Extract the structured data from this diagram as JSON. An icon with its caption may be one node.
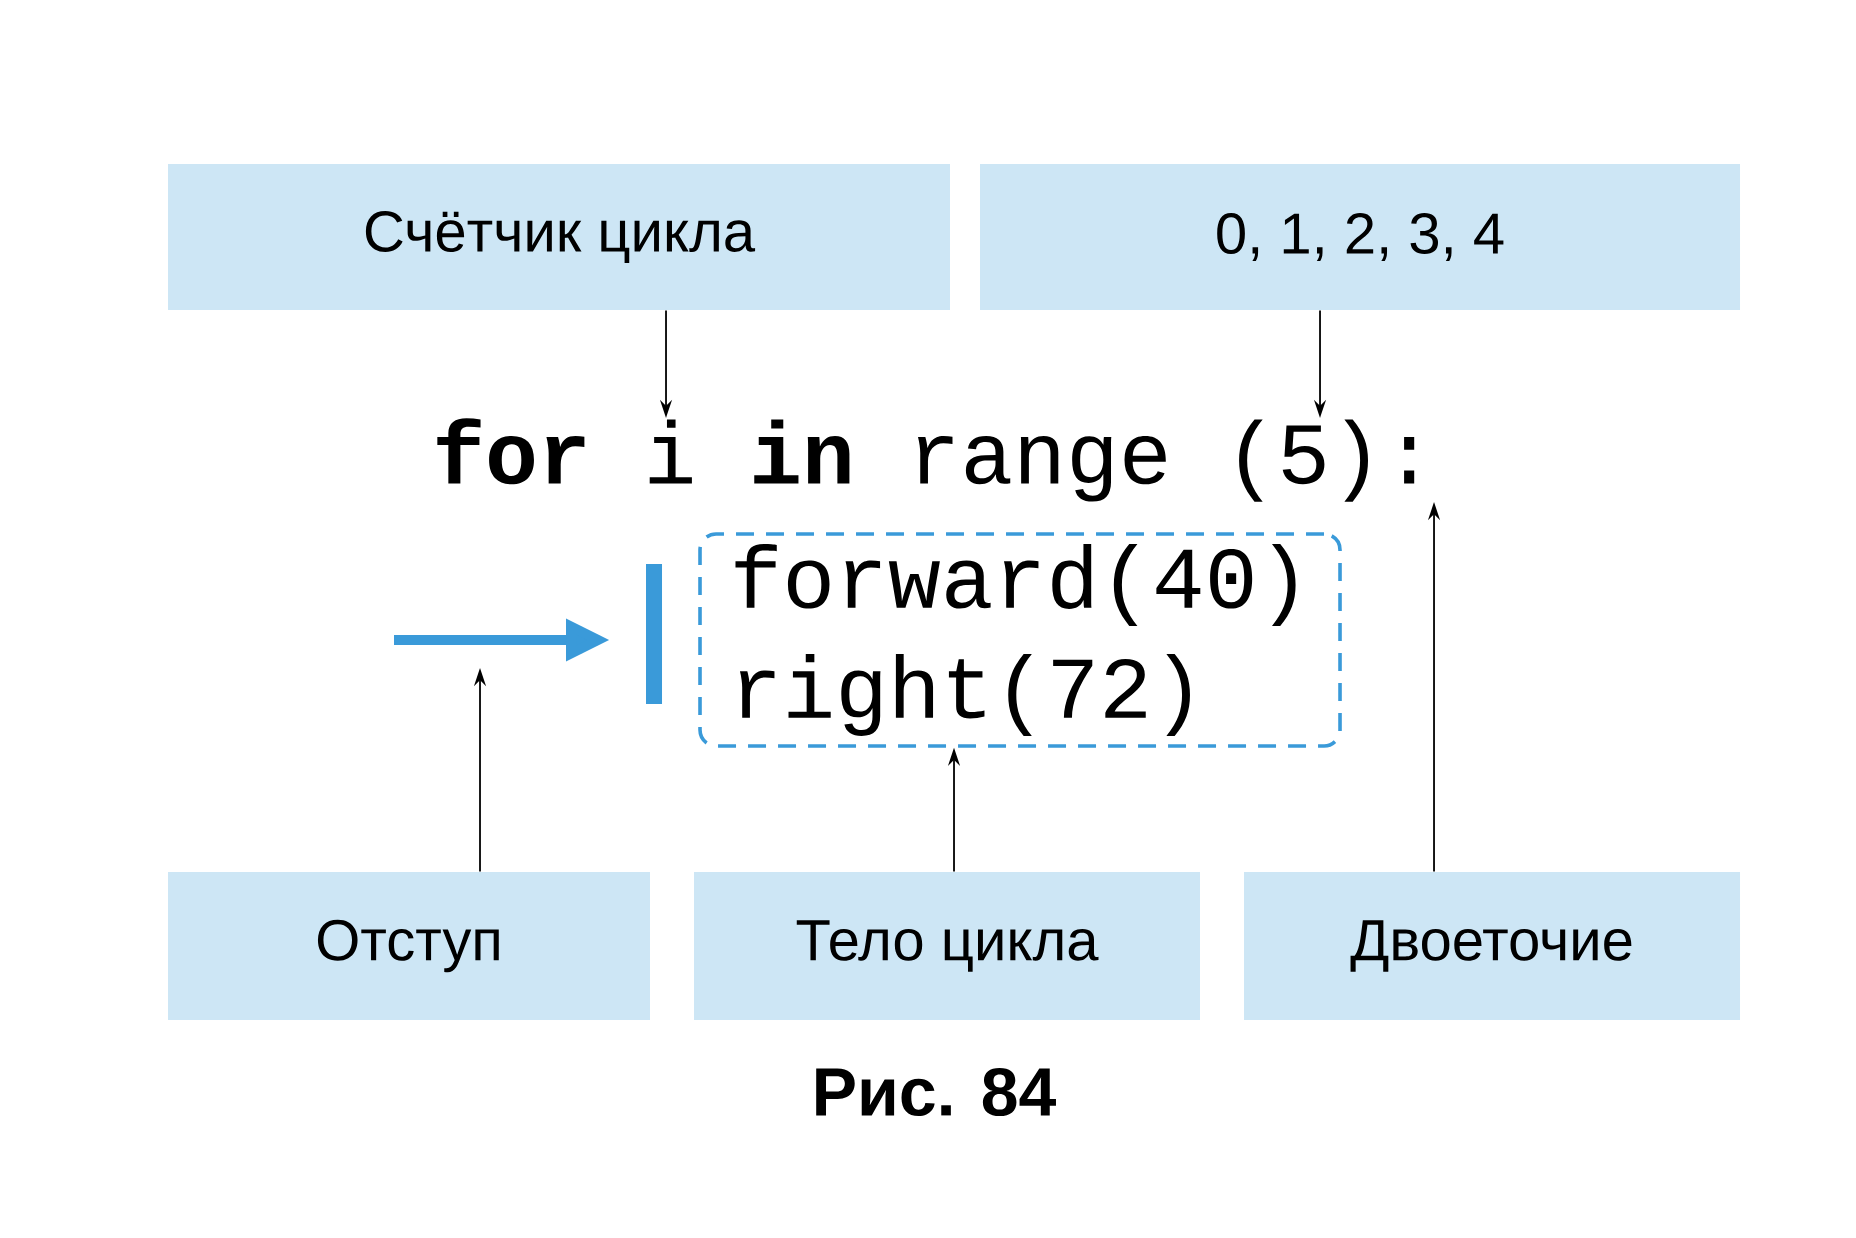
{
  "diagram": {
    "caption": "Рис. 84",
    "nodes": [
      {
        "text": [
          "Счётчик цикла"
        ]
      },
      {
        "text": [
          "0, 1, 2, 3, 4"
        ]
      },
      {
        "text": [
          "**for** i **in** range (5):"
        ]
      },
      {
        "text": [
          "forward(40)",
          "right(72)"
        ]
      },
      {
        "text": [
          "Отступ"
        ]
      },
      {
        "text": [
          "Тело цикла"
        ]
      },
      {
        "text": [
          "Двоеточие"
        ]
      }
    ],
    "edges": [
      {
        "from": 0,
        "to": 2,
        "arrow": "to"
      },
      {
        "from": 1,
        "to": 2,
        "arrow": "to"
      },
      {
        "from": 4,
        "to": null,
        "arrow": "to"
      },
      {
        "from": 5,
        "to": 3,
        "arrow": "to"
      },
      {
        "from": 6,
        "to": 2,
        "arrow": "to"
      }
    ]
  }
}
